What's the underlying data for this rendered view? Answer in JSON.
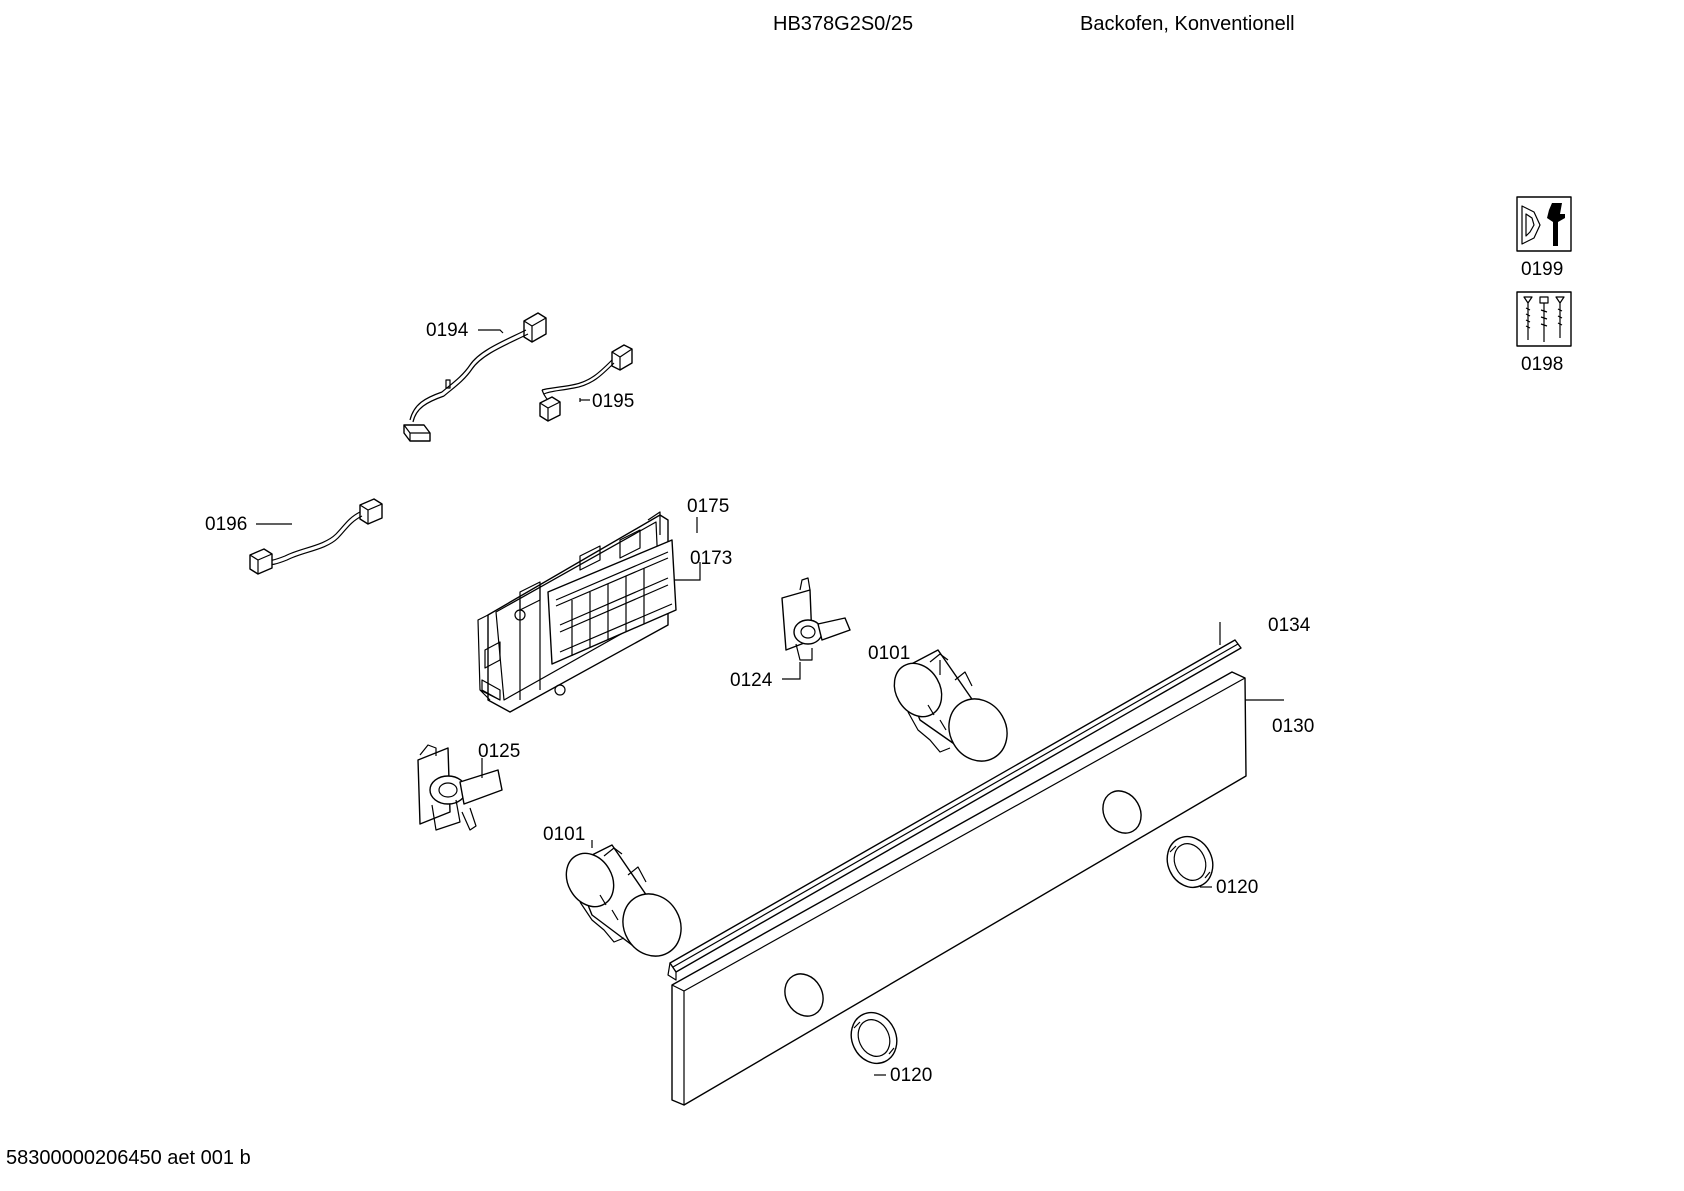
{
  "header": {
    "model": "HB378G2S0/25",
    "description": "Backofen, Konventionell"
  },
  "footer": {
    "document_code": "58300000206450 aet 001 b"
  },
  "icons": [
    {
      "name": "service-tool-icon",
      "part": "0199"
    },
    {
      "name": "screw-set-icon",
      "part": "0198"
    }
  ],
  "part_labels": {
    "p0194": "0194",
    "p0195": "0195",
    "p0196": "0196",
    "p0175": "0175",
    "p0173": "0173",
    "p0124": "0124",
    "p0101a": "0101",
    "p0101b": "0101",
    "p0125": "0125",
    "p0134": "0134",
    "p0130": "0130",
    "p0120a": "0120",
    "p0120b": "0120",
    "p0199": "0199",
    "p0198": "0198"
  }
}
